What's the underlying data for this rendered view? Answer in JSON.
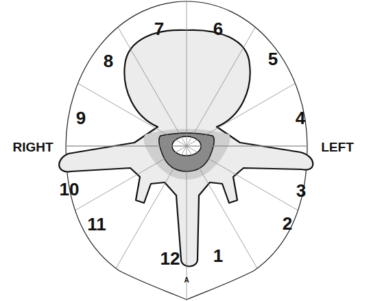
{
  "diagram": {
    "labels": [
      "7",
      "6",
      "5",
      "8",
      "9",
      "4",
      "RIGHT",
      "LEFT",
      "10",
      "3",
      "2",
      "11",
      "12",
      "1",
      "A"
    ]
  }
}
